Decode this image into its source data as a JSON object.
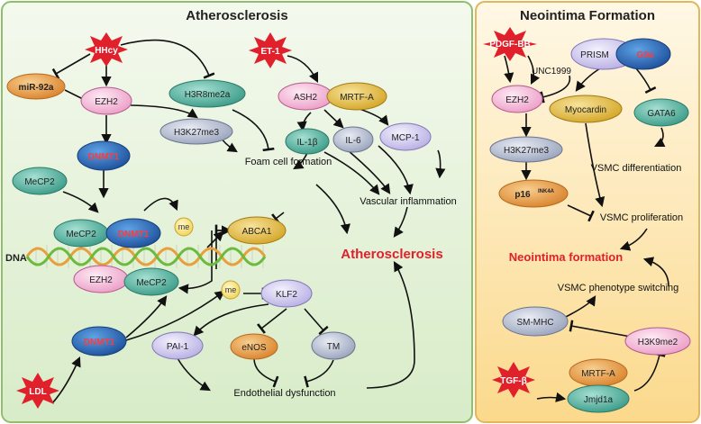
{
  "panels": {
    "left_title": "Atherosclerosis",
    "right_title": "Neointima Formation"
  },
  "colors": {
    "pink": "#f6c4dd",
    "blue": "#2f74c6",
    "teal": "#56b7a5",
    "orange": "#e7a24b",
    "lavender": "#d6cff0",
    "grey": "#b9c0d3",
    "gold": "#e9c24e",
    "red": "#e0202b",
    "left_bg": "#e6f2da",
    "right_bg": "#fde8b0"
  },
  "left": {
    "hhcy": "HHcy",
    "et1": "ET-1",
    "ldl": "LDL",
    "mir92a": "miR-92a",
    "ezh2_top": "EZH2",
    "h3r8me2a": "H3R8me2a",
    "ash2": "ASH2",
    "mrtfa": "MRTF-A",
    "il1b": "IL-1β",
    "il6": "IL-6",
    "mcp1": "MCP-1",
    "dnmt1_top": "DNMT1",
    "mecp2_top": "MeCP2",
    "h3k27me3": "H3K27me3",
    "foam_cell": "Foam cell formation",
    "vascular_inflammation": "Vascular inflammation",
    "atherosclerosis": "Atherosclerosis",
    "abca1": "ABCA1",
    "mecp2_dna1": "MeCP2",
    "dnmt1_dna": "DNMT1",
    "me1": "me",
    "me2": "me",
    "dna": "DNA",
    "ezh2_dna": "EZH2",
    "mecp2_dna2": "MeCP2",
    "klf2": "KLF2",
    "dnmt1_bottom": "DNMT1",
    "pai1": "PAI-1",
    "enos": "eNOS",
    "tm": "TM",
    "endothelial": "Endothelial dysfunction"
  },
  "right": {
    "pdgfbb": "PDGF-BB",
    "prism": "PRISM",
    "g9a": "G9a",
    "unc1999": "UNC1999",
    "ezh2": "EZH2",
    "myocardin": "Myocardin",
    "gata6": "GATA6",
    "h3k27me3": "H3K27me3",
    "vsmc_diff": "VSMC differentiation",
    "p16": "p16",
    "p16_sup": "INK4A",
    "vsmc_prolif": "VSMC proliferation",
    "neointima": "Neointima formation",
    "phenotype_switch": "VSMC phenotype switching",
    "smmhc": "SM-MHC",
    "h3k9me2": "H3K9me2",
    "tgfb": "TGF-β",
    "mrtfa": "MRTF-A",
    "jmjd1a": "Jmjd1a"
  }
}
